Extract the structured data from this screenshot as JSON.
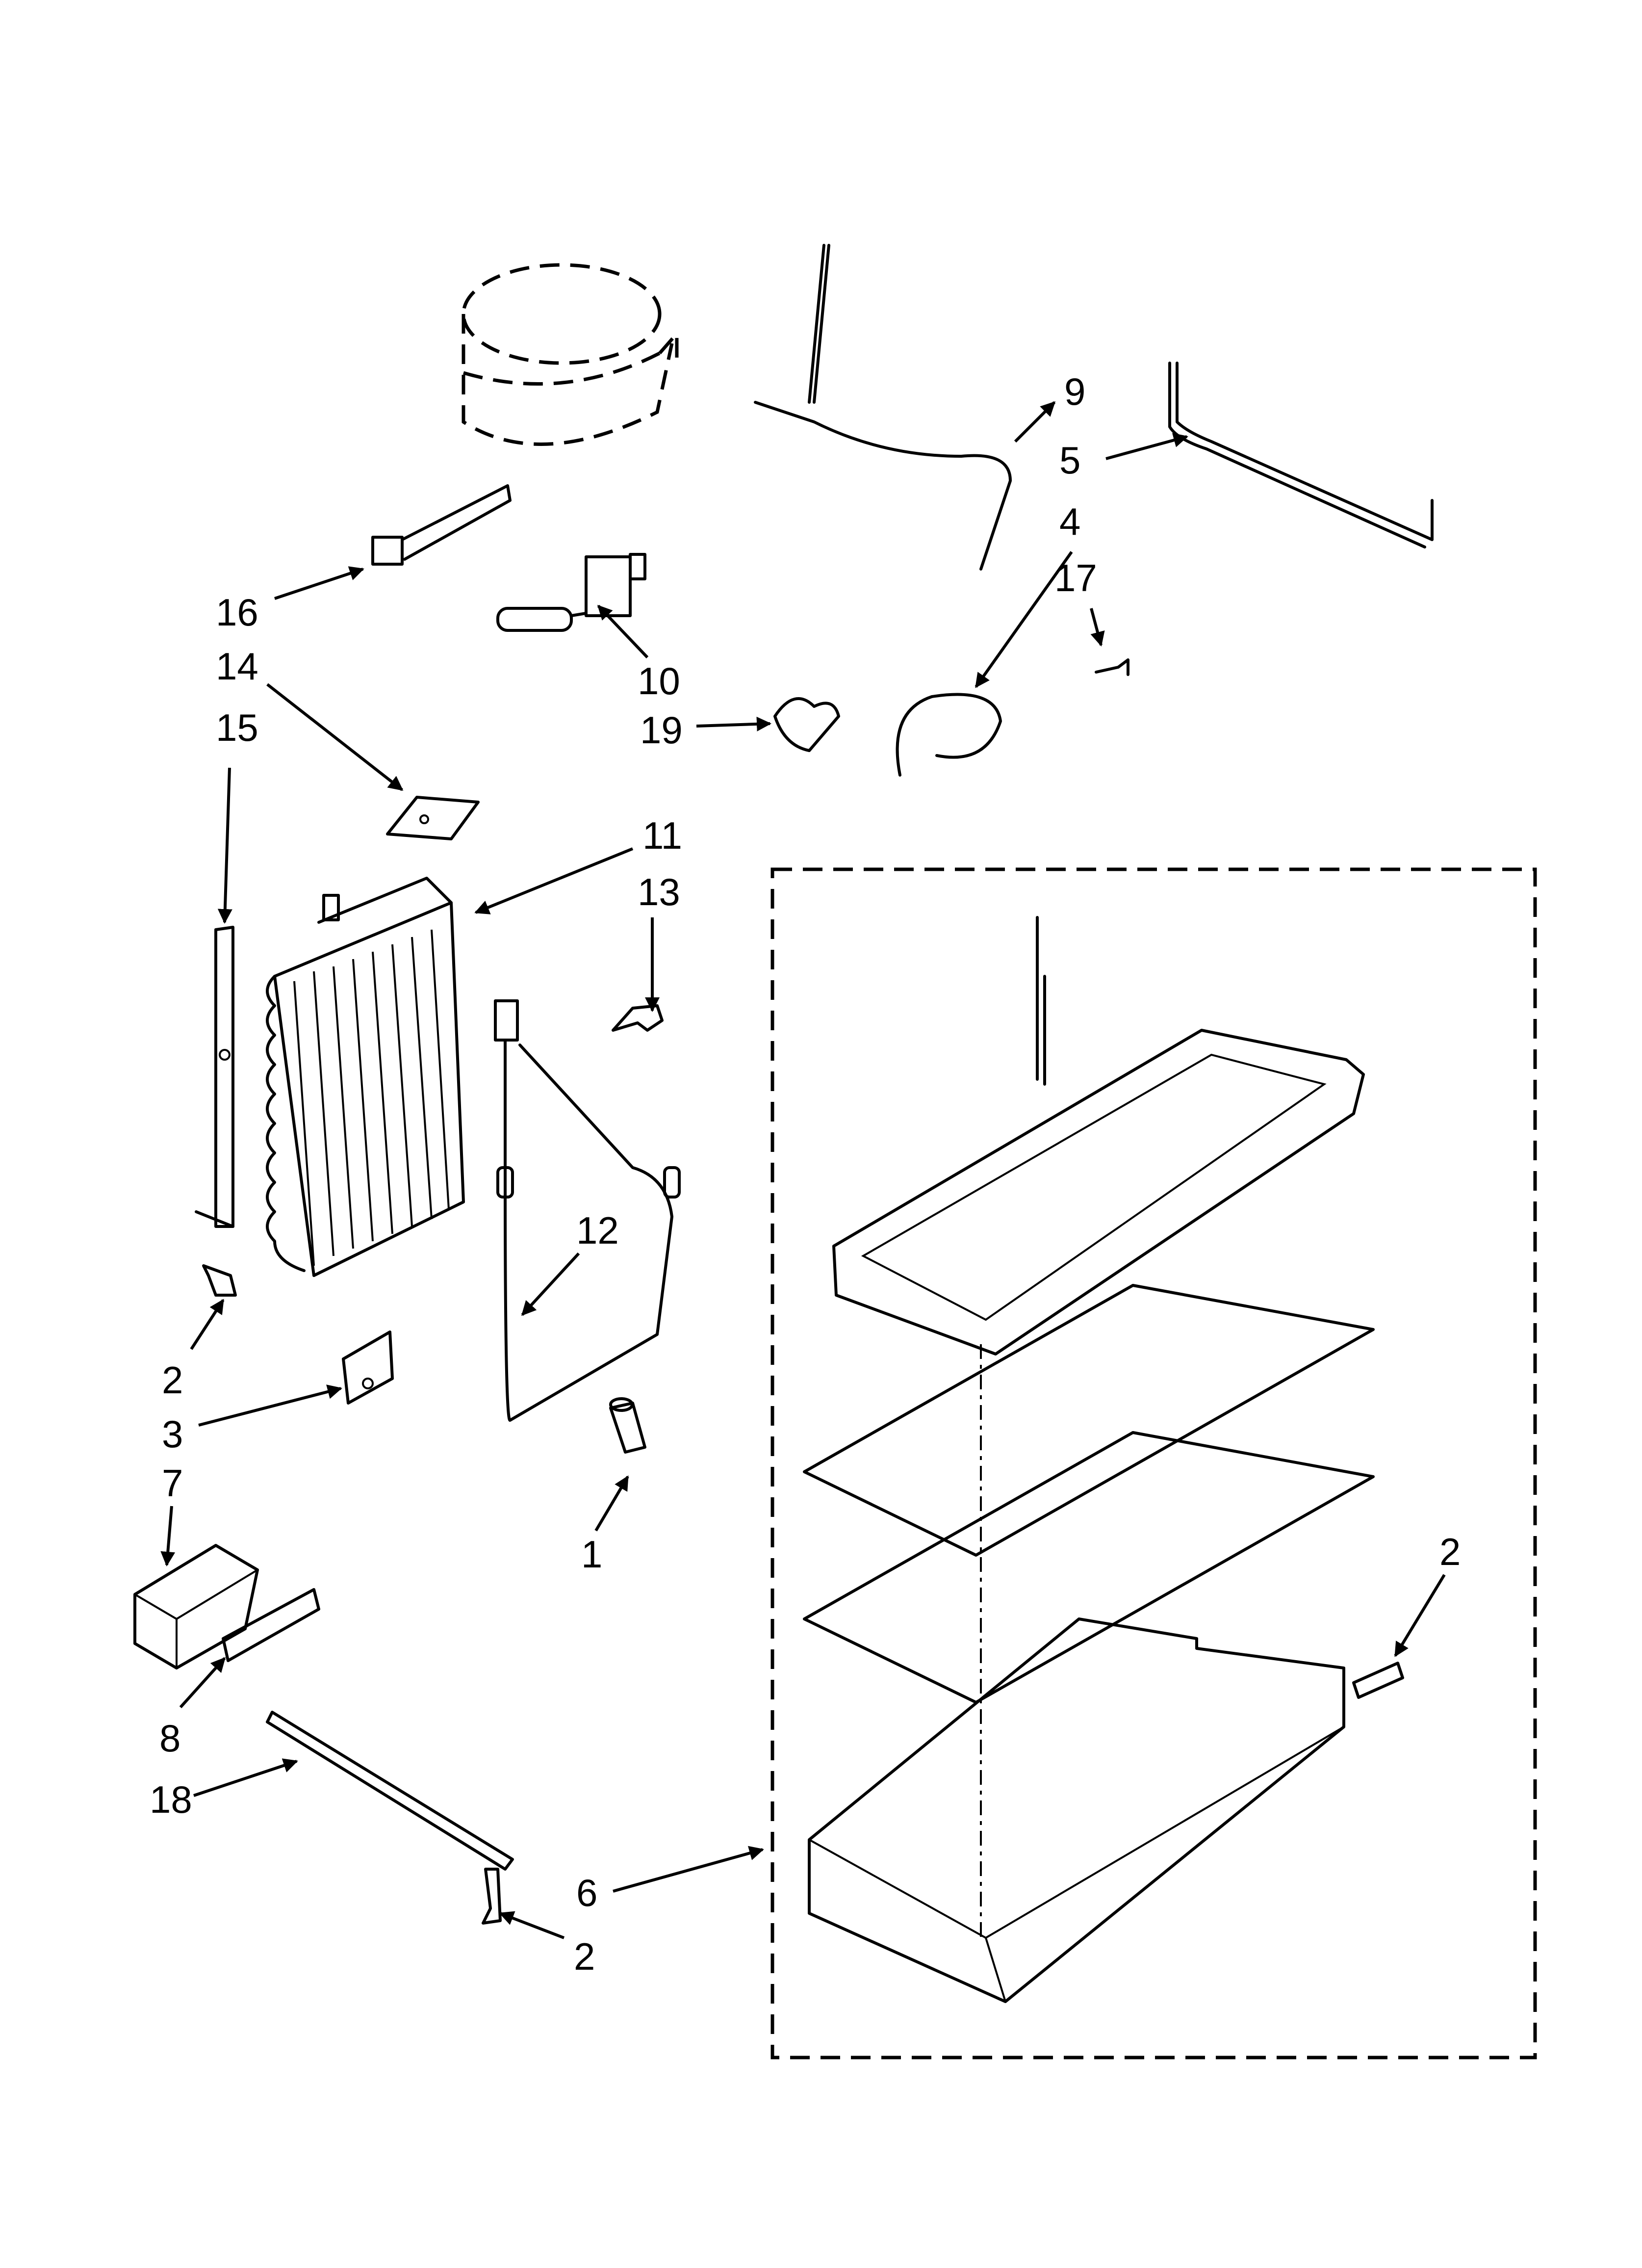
{
  "callouts": {
    "c1": "1",
    "c2a": "2",
    "c2b": "2",
    "c2c": "2",
    "c3": "3",
    "c4": "4",
    "c5": "5",
    "c6": "6",
    "c7": "7",
    "c8": "8",
    "c9": "9",
    "c10": "10",
    "c11": "11",
    "c12": "12",
    "c13": "13",
    "c14": "14",
    "c15": "15",
    "c16": "16",
    "c17": "17",
    "c18": "18",
    "c19": "19"
  }
}
